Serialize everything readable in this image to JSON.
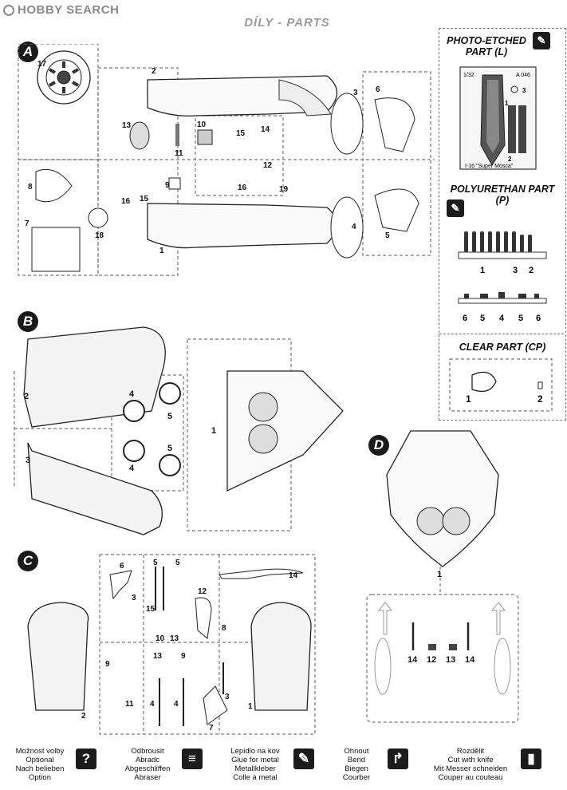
{
  "watermark": "HOBBY SEARCH",
  "page_title": "DÍLY  -  PARTS",
  "sections": {
    "a": "A",
    "b": "B",
    "c": "C",
    "d": "D"
  },
  "sprue_a": {
    "parts": [
      "17",
      "2",
      "3",
      "6",
      "13",
      "10",
      "11",
      "15",
      "14",
      "12",
      "16",
      "19",
      "9",
      "8",
      "7",
      "16",
      "15",
      "18",
      "4",
      "5",
      "1"
    ]
  },
  "sprue_b": {
    "parts": [
      "2",
      "3",
      "4",
      "5",
      "4",
      "5",
      "1"
    ]
  },
  "sprue_c": {
    "parts": [
      "6",
      "5",
      "5",
      "14",
      "12",
      "3",
      "15",
      "10",
      "13",
      "8",
      "9",
      "13",
      "9",
      "11",
      "4",
      "4",
      "3",
      "7",
      "2",
      "1"
    ]
  },
  "sprue_d": {
    "parts": [
      "1",
      "14",
      "12",
      "13",
      "14"
    ]
  },
  "photo_etched": {
    "title_line1": "PHOTO-ETCHED",
    "title_line2": "PART (L)",
    "fret_scale": "1/32",
    "fret_code": "A 046",
    "fret_name": "I-16 \"Super Mosca\"",
    "parts": [
      "1",
      "3",
      "2"
    ]
  },
  "polyurethan": {
    "title": "POLYURETHAN PART (P)",
    "row1_labels": [
      "1",
      "3",
      "2"
    ],
    "row2_labels": [
      "6",
      "5",
      "4",
      "5",
      "6"
    ]
  },
  "clear": {
    "title": "CLEAR PART (CP)",
    "parts": [
      "1",
      "2"
    ]
  },
  "legend": [
    {
      "icon": "?",
      "lines": [
        "Možnost volby",
        "Optional",
        "Nach belieben",
        "Option"
      ]
    },
    {
      "icon": "≡",
      "lines": [
        "Odbrousit",
        "Abradc",
        "Abgeschliffen",
        "Abraser"
      ]
    },
    {
      "icon": "✎",
      "lines": [
        "Lepidlo na kov",
        "Glue for metal",
        "Metallkleber",
        "Colle à metal"
      ]
    },
    {
      "icon": "↱",
      "lines": [
        "Ohnout",
        "Bend",
        "Biegen",
        "Courber"
      ]
    },
    {
      "icon": "▮",
      "lines": [
        "Rozdělit",
        "Cut with knife",
        "Mit Messer schneiden",
        "Couper au couteau"
      ]
    }
  ]
}
